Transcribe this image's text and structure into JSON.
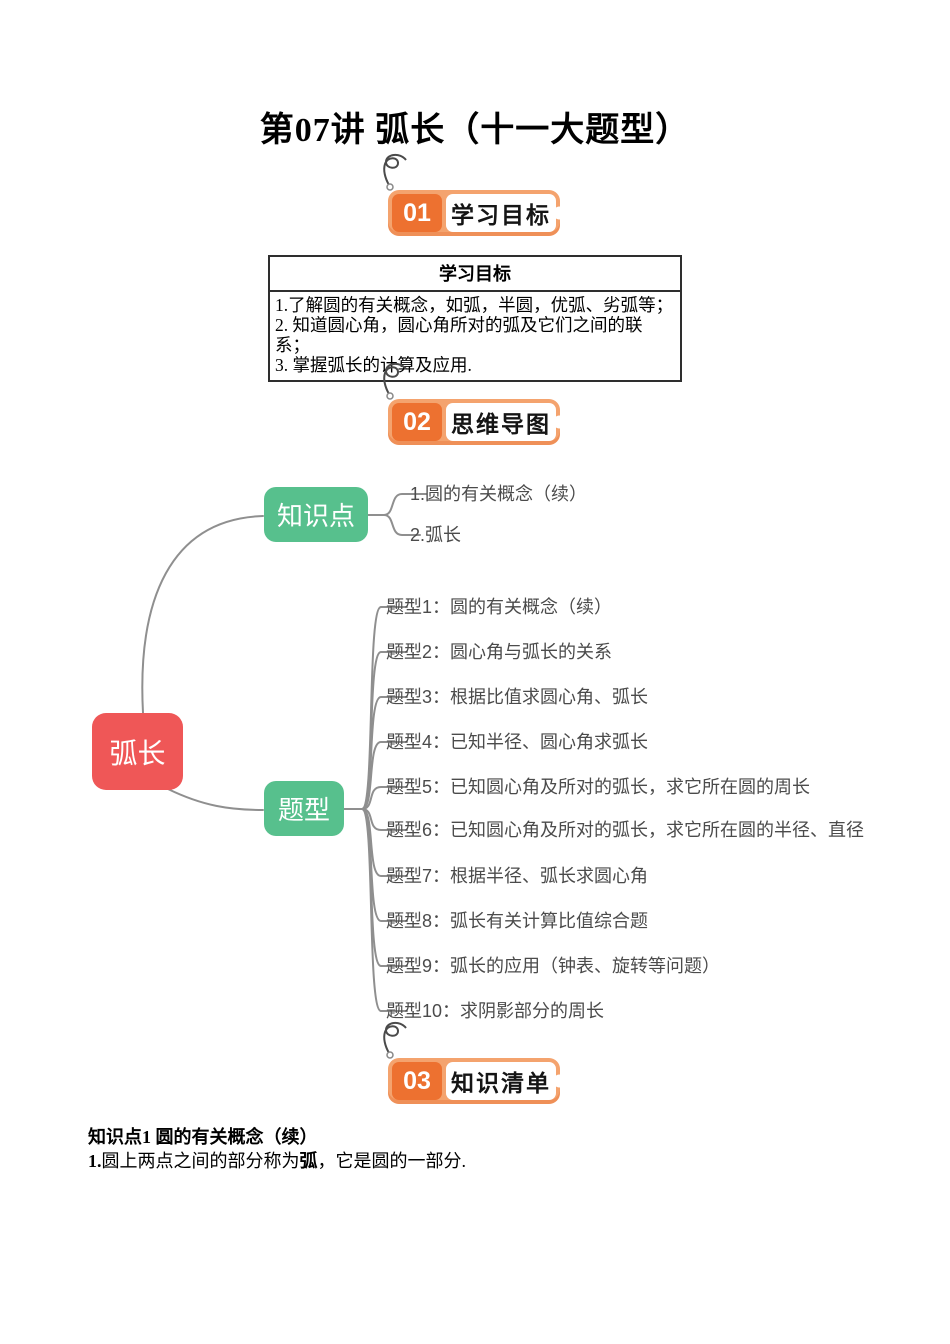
{
  "page": {
    "title": "第07讲 弧长（十一大题型）"
  },
  "badges": [
    {
      "number": "01",
      "label": "学习目标"
    },
    {
      "number": "02",
      "label": "思维导图"
    },
    {
      "number": "03",
      "label": "知识清单"
    }
  ],
  "objectives": {
    "header": "学习目标",
    "items": [
      "1.了解圆的有关概念，如弧，半圆，优弧、劣弧等；",
      "2. 知道圆心角，圆心角所对的弧及它们之间的联系；",
      "3. 掌握弧长的计算及应用."
    ]
  },
  "mindmap": {
    "root": "弧长",
    "knowledge_node": "知识点",
    "knowledge_items": [
      "1.圆的有关概念（续）",
      "2.弧长"
    ],
    "types_node": "题型",
    "type_items": [
      "题型1：圆的有关概念（续）",
      "题型2：圆心角与弧长的关系",
      "题型3：根据比值求圆心角、弧长",
      "题型4：已知半径、圆心角求弧长",
      "题型5：已知圆心角及所对的弧长，求它所在圆的周长",
      "题型6：已知圆心角及所对的弧长，求它所在圆的半径、直径",
      "题型7：根据半径、弧长求圆心角",
      "题型8：弧长有关计算比值综合题",
      "题型9：弧长的应用（钟表、旋转等问题）",
      "题型10：求阴影部分的周长"
    ],
    "colors": {
      "root_bg": "#ef5757",
      "branch_bg": "#57c08d",
      "line": "#8f8f8f"
    }
  },
  "knowledge_section": {
    "heading": "知识点1 圆的有关概念（续）",
    "line": {
      "num": "1.",
      "text1": "圆上两点之间的部分称为",
      "term": "弧",
      "text2": "，它是圆的一部分."
    }
  }
}
